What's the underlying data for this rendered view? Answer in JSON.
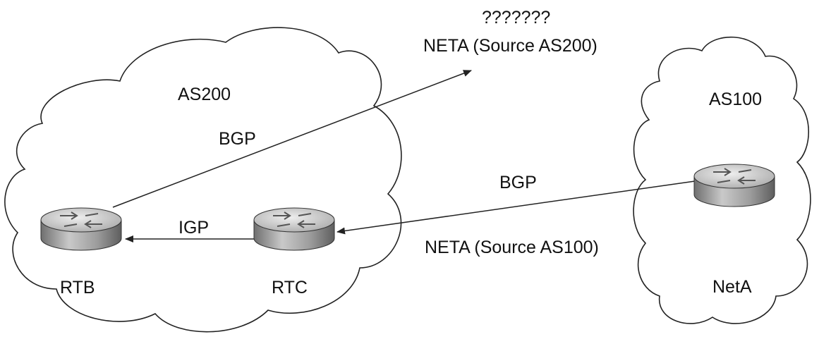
{
  "clouds": {
    "as200": {
      "label": "AS200"
    },
    "as100": {
      "label": "AS100",
      "network_label": "NetA"
    }
  },
  "routers": {
    "rtb": {
      "label": "RTB"
    },
    "rtc": {
      "label": "RTC"
    },
    "neta_router": {
      "label": ""
    }
  },
  "links": {
    "rtb_outbound": {
      "label": "BGP"
    },
    "rtc_to_rtb": {
      "label": "IGP"
    },
    "as100_to_rtc": {
      "label": "BGP"
    }
  },
  "annotations": {
    "outbound_unknown": "???????",
    "outbound_route": "NETA (Source AS200)",
    "inbound_route": "NETA (Source AS100)"
  },
  "colors": {
    "router_body": "#9a9a9a",
    "router_top": "#d6d6d6",
    "line": "#222222"
  }
}
